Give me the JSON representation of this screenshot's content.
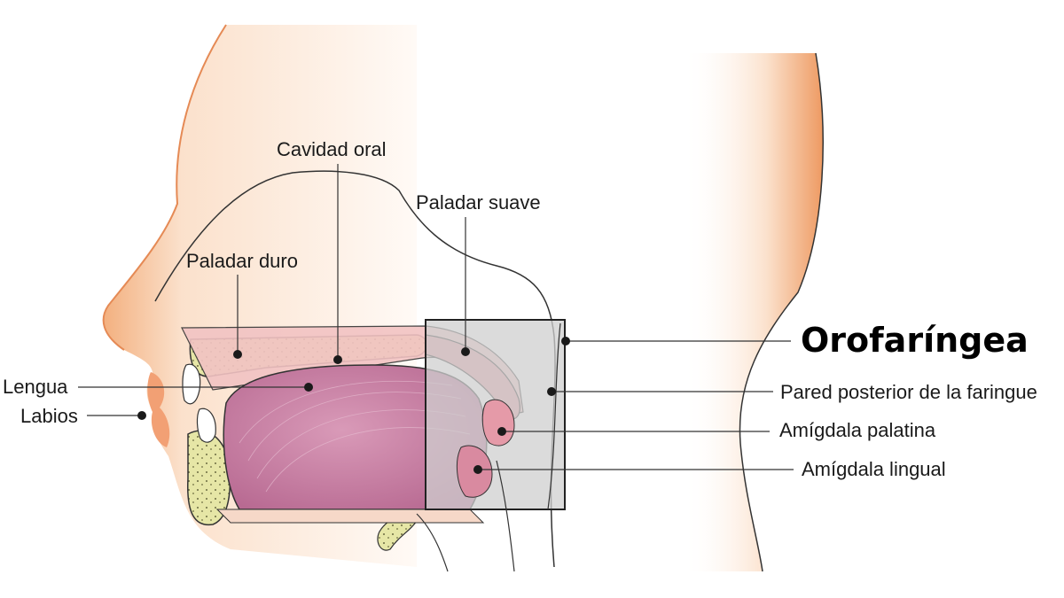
{
  "diagram": {
    "title": "Orofaríngea",
    "labels": {
      "cavidad_oral": "Cavidad oral",
      "paladar_suave": "Paladar suave",
      "paladar_duro": "Paladar duro",
      "lengua": "Lengua",
      "labios": "Labios",
      "pared_posterior": "Pared posterior de la faringue",
      "amigdala_palatina": "Amígdala palatina",
      "amigdala_lingual": "Amígdala lingual"
    },
    "colors": {
      "skin_edge": "#f0a070",
      "skin_light": "#fbe3d0",
      "bone": "#e6e6a6",
      "tongue": "#c87aa0",
      "tissue": "#e9a9a9",
      "region_box": "#d0d0d0",
      "line": "#222222"
    }
  }
}
